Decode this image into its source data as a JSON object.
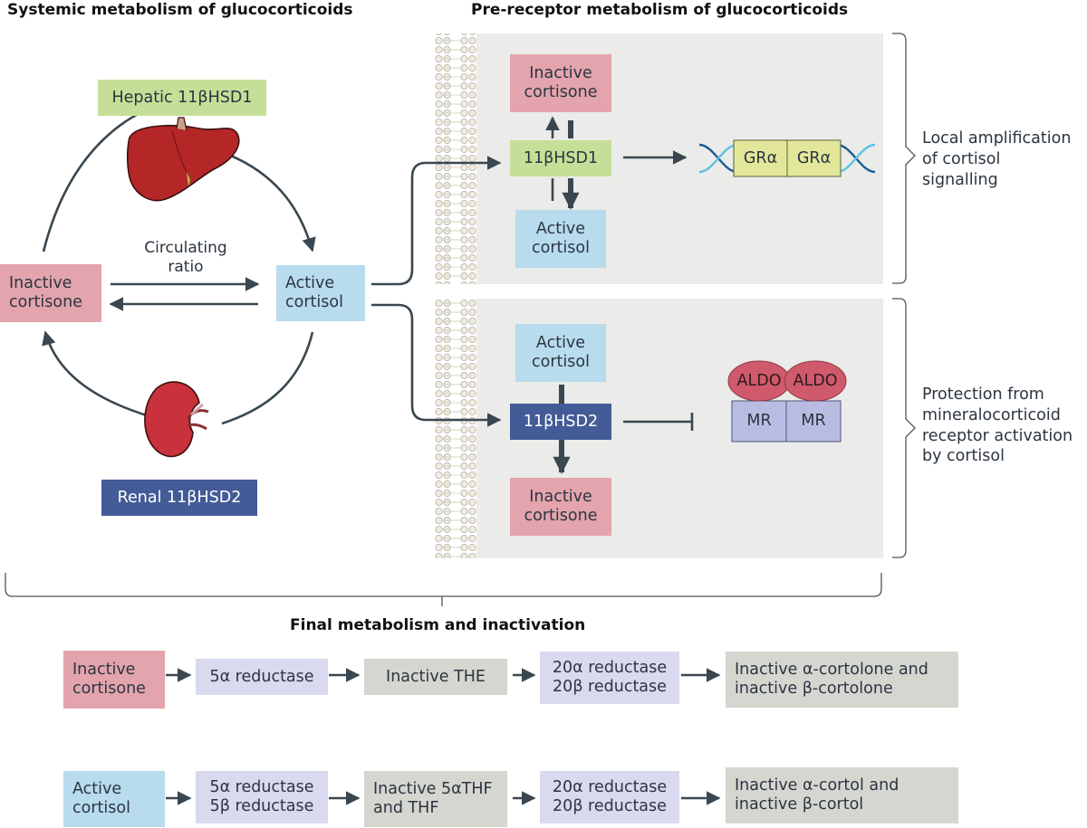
{
  "headers": {
    "systemic": "Systemic metabolism of glucocorticoids",
    "prereceptor": "Pre-receptor metabolism of glucocorticoids",
    "final": "Final metabolism and inactivation"
  },
  "systemic": {
    "hepatic_label": "Hepatic 11βHSD1",
    "renal_label": "Renal  11βHSD2",
    "inactive_cortisone": "Inactive\ncortisone",
    "active_cortisol": "Active\ncortisol",
    "circulating_ratio": "Circulating\nratio"
  },
  "amplification": {
    "inactive_cortisone": "Inactive\ncortisone",
    "enzyme": "11βHSD1",
    "active_cortisol": "Active\ncortisol",
    "receptor_left": "GRα",
    "receptor_right": "GRα",
    "note": "Local amplification\nof cortisol\nsignalling"
  },
  "protection": {
    "active_cortisol": "Active\ncortisol",
    "enzyme": "11βHSD2",
    "inactive_cortisone": "Inactive\ncortisone",
    "aldo_left": "ALDO",
    "aldo_right": "ALDO",
    "mr_left": "MR",
    "mr_right": "MR",
    "note": "Protection from\nmineralocorticoid\nreceptor activation\nby cortisol"
  },
  "final_pathways": [
    {
      "start": "Inactive\ncortisone",
      "enzyme1": "5α reductase",
      "intermediate": "Inactive THE",
      "enzyme2": "20α reductase\n20β reductase",
      "product": "Inactive α-cortolone and\ninactive β-cortolone"
    },
    {
      "start": "Active\ncortisol",
      "enzyme1": "5α reductase\n5β reductase",
      "intermediate": "Inactive 5αTHF\nand THF",
      "enzyme2": "20α reductase\n20β reductase",
      "product": "Inactive α-cortol and\ninactive β-cortol"
    }
  ],
  "colors": {
    "inactive": "#e3a4ad",
    "active": "#b8dbee",
    "hsd1": "#c6df98",
    "hsd2": "#435b96",
    "reductase": "#d9d9f0",
    "metabolite": "#d6d6d0",
    "gr_receptor": "#e3e79a",
    "aldo": "#d05a6c",
    "mr_receptor": "#b9bce2",
    "arrow": "#3a4750",
    "panel": "#ebebe9"
  },
  "icons": [
    "liver-icon",
    "kidney-icon",
    "cell-membrane-icon",
    "dna-helix-icon"
  ]
}
